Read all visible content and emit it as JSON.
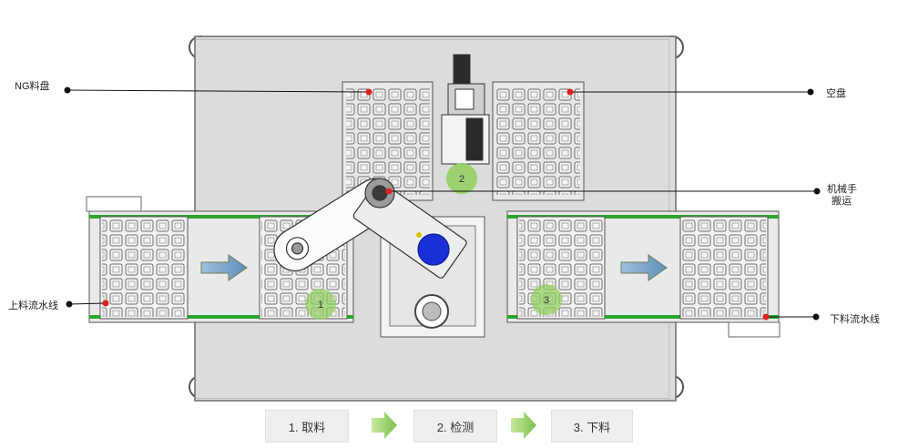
{
  "callouts": {
    "ng_tray": "NG料盘",
    "empty_tray": "空盘",
    "robot_line1": "机械手",
    "robot_line2": "搬运",
    "infeed": "上料流水线",
    "outfeed": "下料流水线"
  },
  "markers": [
    "1",
    "2",
    "3"
  ],
  "steps": [
    {
      "label": "1. 取料"
    },
    {
      "label": "2. 检测"
    },
    {
      "label": "3. 下料"
    }
  ],
  "colors": {
    "frame": "#dcdcdc",
    "marker_green": "#8fcf5a",
    "red_dot": "#e02020",
    "arrow_blue": "#7fa7c9",
    "arrow_green": "#9ad06a",
    "camera_blue": "#1a2fd8"
  }
}
